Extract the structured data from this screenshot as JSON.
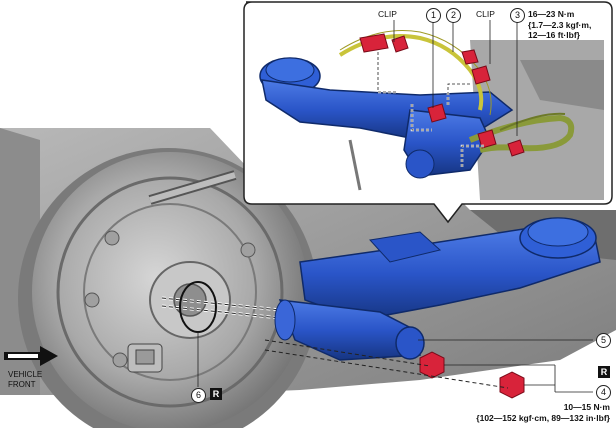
{
  "callouts": {
    "clip_left": "CLIP",
    "clip_right": "CLIP",
    "n1": "1",
    "n2": "2",
    "n3": "3",
    "n4": "4",
    "n5": "5",
    "n6": "6",
    "r_mark": "R"
  },
  "torque_upper": {
    "line1": "16—23 N·m",
    "line2": "{1.7—2.3 kgf·m,",
    "line3": "12—16 ft·lbf}"
  },
  "torque_lower": {
    "line1": "10—15 N·m",
    "line2": "{102—152 kgf·cm, 89—132 in·lbf}"
  },
  "orientation": {
    "line1": "VEHICLE",
    "line2": "FRONT"
  },
  "colors": {
    "reservoir_blue": "#2a55c8",
    "reservoir_dark": "#1a3a8c",
    "nut_red": "#d8233a",
    "pipe_yellow": "#c9c43a",
    "pipe_green": "#8a9a3a",
    "booster_gray": "#9a9a9a"
  }
}
